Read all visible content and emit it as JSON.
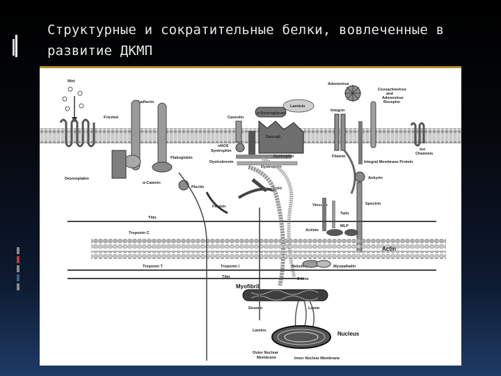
{
  "slide": {
    "title": "Структурные и сократительные белки, вовлеченные в развитие ДКМП"
  },
  "figure": {
    "labels": {
      "wnt": "Wnt",
      "frizzled": "Frizzled",
      "cadherin": "Cadherin",
      "plakoglobin": "Plakoglobin",
      "desmoplakin": "Desmoplakin",
      "alpha_catenin": "α-Catenin",
      "plectin": "Plectin",
      "caveolin": "Caveolin",
      "dystroglycan": "α-Dystroglycan",
      "sarcoglycans": "Sarcogl.",
      "laminin": "Laminin",
      "nnos": "nNOS",
      "syntrophin": "Syntrophin",
      "dystrobrevin": "Dystrobrevin",
      "dystrophin": "Dystrophin",
      "actin_upper": "Actin",
      "filamin": "Filamin",
      "adenovirus": "Adenovirus",
      "coxsackievirus": "Coxsackievirus",
      "and": "and",
      "adenovirus_receptor": "Adenovirus",
      "receptor": "Receptor",
      "integrin": "Integrin",
      "filamin_right": "Filamin",
      "ion_channels": "Ion",
      "channels": "Channels",
      "integral_membrane": "Integral Membrane Protein",
      "ankyrin": "Ankyrin",
      "vinculin": "Vinculin",
      "talin": "Talin",
      "spectrin": "Spectrin",
      "actinin": "Actinin",
      "mlp": "MLP",
      "titin_top": "Titin",
      "troponin_c": "Troponin C",
      "actin_main": "Actin",
      "troponin_t": "Troponin T",
      "troponin_i": "Troponin I",
      "nebulette": "Nebulette",
      "myopalladin": "Myopalladin",
      "titin_bottom": "Titin",
      "z_line": "Z-Line",
      "myofibril": "Myofibril",
      "desmin": "Desmin",
      "lamin": "Lamin",
      "lamins": "Lamins",
      "nucleus": "Nucleus",
      "outer_nuclear": "Outer Nuclear",
      "membrane": "Membrane",
      "inner_nuclear": "Inner Nuclear Membrane"
    }
  }
}
